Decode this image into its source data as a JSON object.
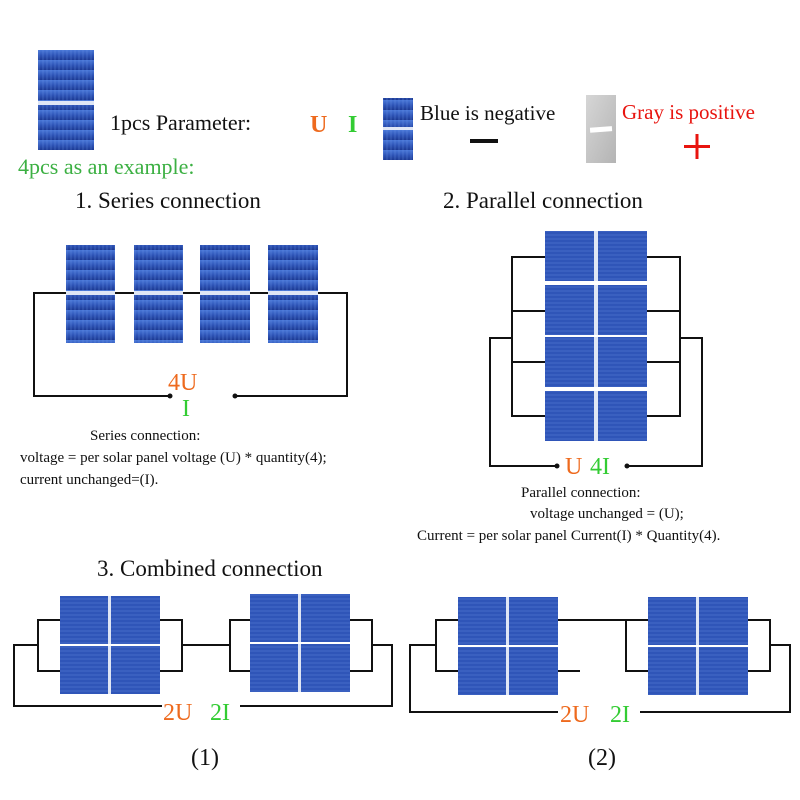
{
  "legend": {
    "param_label": "1pcs Parameter:",
    "u": "U",
    "i": "I",
    "blue_text": "Blue is negative",
    "gray_text": "Gray is positive",
    "minus": "−",
    "plus": "+",
    "example": "4pcs as an example:"
  },
  "series": {
    "title": "1. Series connection",
    "voltage": "4U",
    "current": "I",
    "desc1": "Series connection:",
    "desc2": "voltage = per solar panel voltage (U) * quantity(4);",
    "desc3": "current unchanged=(I)."
  },
  "parallel": {
    "title": "2. Parallel connection",
    "voltage": "U",
    "current": "4I",
    "desc1": "Parallel connection:",
    "desc2": "voltage unchanged = (U);",
    "desc3": "Current = per solar panel Current(I) * Quantity(4)."
  },
  "combined": {
    "title": "3. Combined connection",
    "c1_voltage": "2U",
    "c1_current": "2I",
    "c1_label": "(1)",
    "c2_voltage": "2U",
    "c2_current": "2I",
    "c2_label": "(2)"
  },
  "colors": {
    "orange": "#ee6a1e",
    "green": "#33cc33",
    "red": "#e8140f",
    "green_dark": "#3cb043",
    "panel": "#2f55b8"
  }
}
